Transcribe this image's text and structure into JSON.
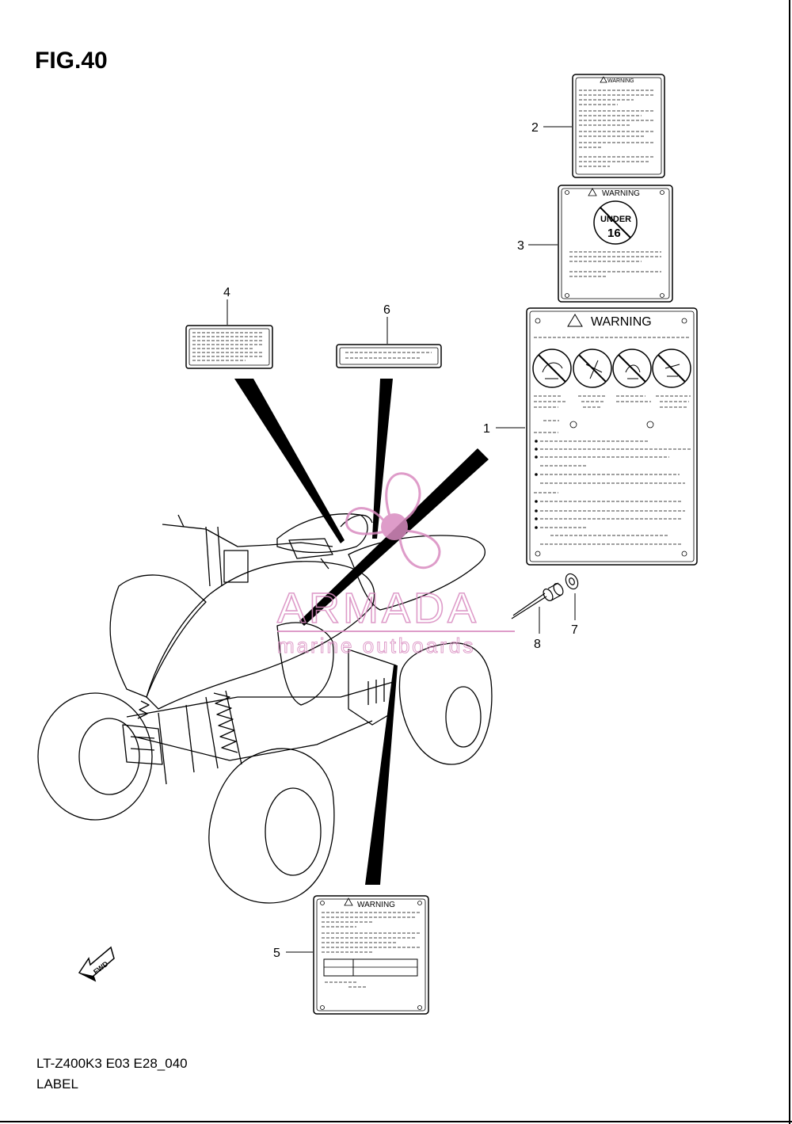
{
  "figure": {
    "title": "FIG.40",
    "model_code": "LT-Z400K3 E03 E28_040",
    "section_name": "LABEL"
  },
  "callouts": [
    "1",
    "2",
    "3",
    "4",
    "5",
    "6",
    "7",
    "8"
  ],
  "labels": {
    "warning_text": "WARNING",
    "under_text": "UNDER",
    "age_text": "16",
    "fwd_text": "FWD"
  },
  "watermark": {
    "brand": "ARMADA",
    "tagline": "marine outboards",
    "color": "#d98bc0"
  },
  "colors": {
    "line": "#000000",
    "background": "#ffffff",
    "watermark_pink": "#d98bc0"
  }
}
